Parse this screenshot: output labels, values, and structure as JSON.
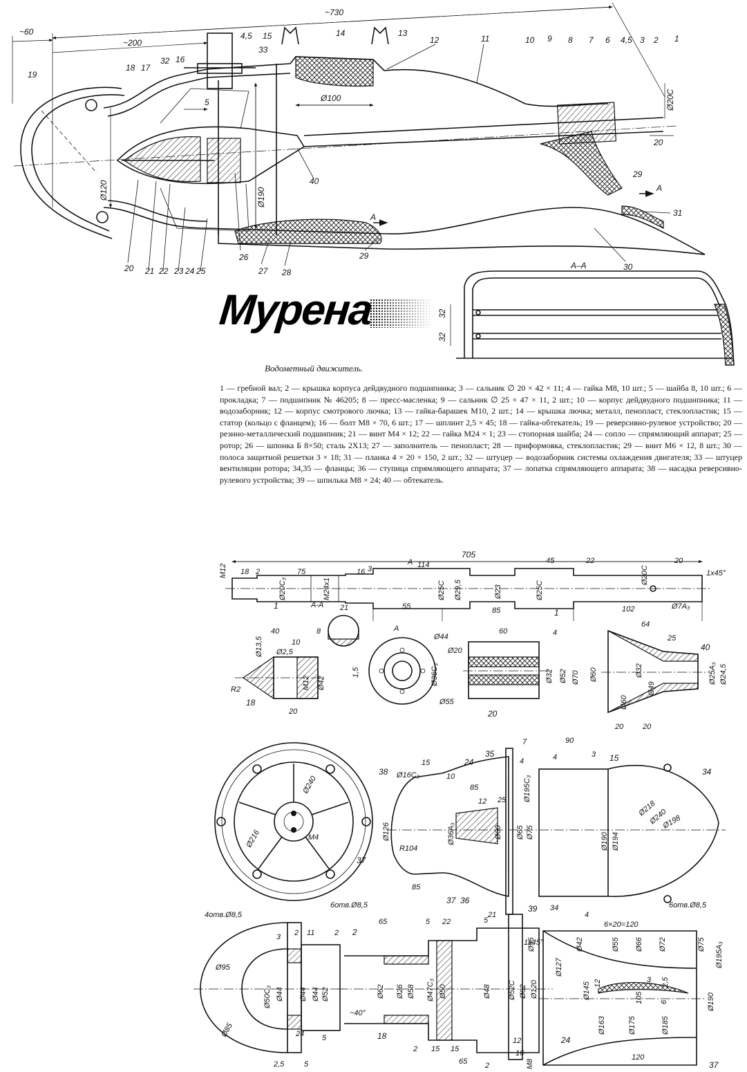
{
  "title": "Мурена",
  "caption": "Водометный движитель.",
  "legend": "1 — гребной вал; 2 — крышка корпуса дейдвудного подшипника; 3 — сальник ∅ 20 × 42 × 11; 4 — гайка М8, 10 шт.; 5 — шайба 8, 10 шт.; 6 — прокладка; 7 — подшипник № 46205; 8 — пресс-масленка; 9 — сальник ∅ 25 × 47 × 11, 2 шт.; 10 — корпус дейдвудного подшипника; 11 — водозаборник; 12 — корпус смотрового лючка; 13 — гайка-барашек М10, 2 шт.; 14 — крышка лючка; металл, пенопласт, стеклопластик; 15 — статор (кольцо с фланцем); 16 — болт М8 × 70, 6 шт.; 17 — шплинт 2,5 × 45; 18 — гайка-обтекатель; 19 — реверсивно-рулевое устройство; 20 — резино-металлический подшипник; 21 — винт М4 × 12; 22 — гайка М24 × 1; 23 — стопорная шайба; 24 — сопло — спрямляющий аппарат; 25 — ротор; 26 — шпонка Б 8×50; сталь 2Х13; 27 — заполнитель — пенопласт; 28 — приформовка, стеклопластик; 29 — винт М6 × 12, 8 шт.; 30 — полоса защитной решетки 3 × 18; 31 — планка 4 × 20 × 150, 2 шт.; 32 — штуцер — водозаборник системы охлаждения двигателя; 33 — штуцер вентиляции ротора; 34,35 — фланцы; 36 — ступица спрямляющего аппарата; 37 — лопатка спрямляющего аппарата; 38 — насадка реверсивно-рулевого устройства; 39 — шпилька М8 × 24; 40 — обтекатель.",
  "assembly": {
    "dims": {
      "d730": "~730",
      "d60": "~60",
      "d200": "~200",
      "d100": "Ø100",
      "d20c": "Ø20С",
      "d20": "20",
      "d120": "Ø120",
      "d190": "Ø190",
      "d5": "5",
      "d45": "4,5",
      "d45b": "4,5"
    },
    "part_labels": [
      "1",
      "2",
      "3",
      "6",
      "7",
      "8",
      "9",
      "10",
      "11",
      "12",
      "13",
      "14",
      "15",
      "16",
      "17",
      "18",
      "19",
      "20",
      "21",
      "22",
      "23",
      "24",
      "25",
      "26",
      "27",
      "28",
      "29",
      "29",
      "30",
      "31",
      "32",
      "33",
      "40"
    ],
    "section_mark": "А",
    "section_mark2": "А"
  },
  "section_aa": {
    "title": "А–А",
    "dim_a": "32",
    "dim_b": "32"
  },
  "shaft": {
    "dims": [
      "705",
      "18",
      "2",
      "75",
      "16",
      "3",
      "114",
      "45",
      "22",
      "20",
      "М12",
      "Ø20С₃",
      "М24х1",
      "Ø25С",
      "Ø29,5",
      "Ø23",
      "Ø25С",
      "Ø20С",
      "1x45°",
      "55",
      "102",
      "Ø7А₃",
      "85"
    ],
    "label": "1",
    "label2": "1",
    "section_title": "А-А",
    "section_dim_a": "21",
    "section_dim_b": "8",
    "cut_a": "А",
    "cut_b": "А"
  },
  "nut18": {
    "dims": [
      "40",
      "10",
      "Ø13,5",
      "Ø2,5",
      "R2",
      "М12",
      "Ø42",
      "20"
    ],
    "label": "18"
  },
  "bearing20": {
    "dims": [
      "Ø44",
      "Ø20",
      "1,5",
      "Ø36С₃",
      "Ø55",
      "60",
      "4",
      "Ø32",
      "Ø52"
    ],
    "label": "20"
  },
  "fairing40": {
    "dims": [
      "64",
      "25",
      "Ø70",
      "Ø60",
      "Ø32",
      "Ø49",
      "Ø60",
      "Ø25А₃",
      "Ø24,5",
      "20",
      "20"
    ],
    "label": "40"
  },
  "nozzle": {
    "dims": [
      "Ø240",
      "Ø216",
      "М4",
      "Ø16С₃",
      "15",
      "10",
      "85",
      "12",
      "25",
      "R104",
      "Ø126",
      "Ø36А₃",
      "Ø60",
      "Ø65",
      "Ø75",
      "Ø195С₃",
      "85",
      "7",
      "4",
      "90",
      "4",
      "3",
      "Ø190",
      "Ø194",
      "Ø218",
      "Ø240",
      "Ø198",
      "34",
      "4"
    ],
    "labels": [
      "37",
      "38",
      "24",
      "35",
      "15",
      "34",
      "37",
      "36",
      "39"
    ],
    "holes_a": "6отв.Ø8,5",
    "holes_b": "6отв.Ø8,5"
  },
  "hub": {
    "dims": [
      "4отв.Ø8,5",
      "Ø95",
      "Ø50С₃",
      "Ø85",
      "3",
      "2",
      "11",
      "2",
      "Ø44",
      "Ø44",
      "Ø44",
      "Ø52",
      "24",
      "5",
      "2,5",
      "5"
    ],
    "labels": [
      "2"
    ]
  },
  "stator": {
    "dims": [
      "65",
      "5",
      "22",
      "5",
      "~40°",
      "Ø62",
      "Ø26",
      "Ø58",
      "Ø47С₃",
      "Ø50",
      "Ø48",
      "Ø52С",
      "Ø62",
      "Ø120",
      "Ø95",
      "1х45°",
      "2",
      "15",
      "15",
      "65",
      "12",
      "16",
      "М8",
      "2",
      "21"
    ],
    "labels": [
      "18"
    ]
  },
  "blade": {
    "dims": [
      "6×20=120",
      "Ø42",
      "Ø55",
      "Ø66",
      "Ø72",
      "Ø75",
      "Ø195А₃",
      "Ø127",
      "Ø145",
      "12",
      "3",
      "2,5",
      "Ø163",
      "Ø175",
      "Ø185",
      "Ø190",
      "105",
      "6",
      "120"
    ],
    "labels": [
      "24",
      "37"
    ]
  }
}
